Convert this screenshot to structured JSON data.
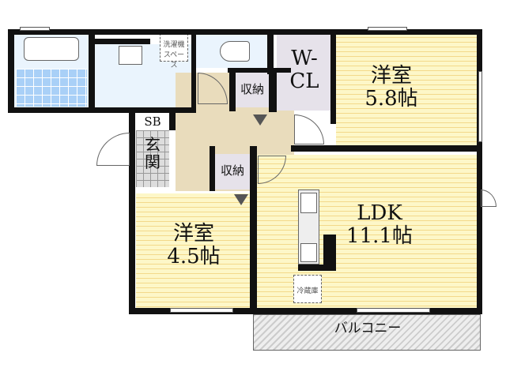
{
  "rooms": {
    "western_room_1": {
      "name": "洋室",
      "size": "5.8帖"
    },
    "walk_in_closet": {
      "line1": "W-",
      "line2": "CL"
    },
    "storage_1": "収納",
    "storage_2": "収納",
    "shoe_box": "SB",
    "entrance": {
      "line1": "玄",
      "line2": "関"
    },
    "western_room_2": {
      "name": "洋室",
      "size": "4.5帖"
    },
    "ldk": {
      "name": "LDK",
      "size": "11.1帖"
    },
    "balcony": "バルコニー"
  },
  "fixtures": {
    "washer": {
      "line1": "洗濯機",
      "line2": "スペース"
    },
    "fridge": "冷蔵庫"
  },
  "colors": {
    "floor": "#fdf7c8",
    "hall": "#e9dcbc",
    "wet": "#eaf4fd",
    "tile": "#a9d0f7",
    "wall": "#111111"
  }
}
